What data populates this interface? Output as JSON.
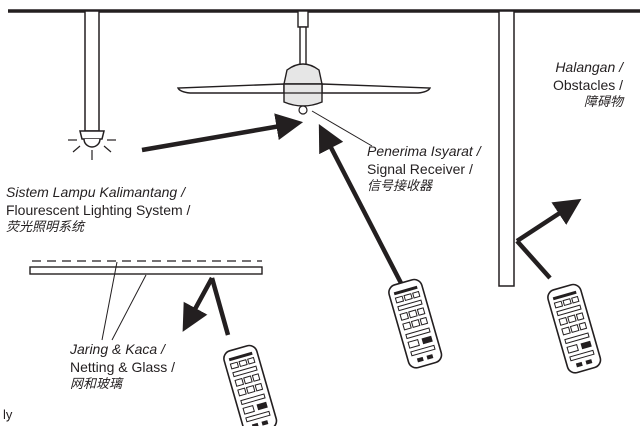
{
  "labels": {
    "lighting": {
      "line1": "Sistem Lampu Kalimantang /",
      "line2": "Flourescent Lighting System /",
      "line3": "荧光照明系统"
    },
    "receiver": {
      "line1": "Penerima Isyarat /",
      "line2": "Signal Receiver /",
      "line3": "信号接收器"
    },
    "obstacles": {
      "line1": "Halangan /",
      "line2": "Obstacles /",
      "line3": "障碍物"
    },
    "netting": {
      "line1": "Jaring & Kaca /",
      "line2": "Netting & Glass /",
      "line3": "网和玻璃"
    },
    "footer": "ly"
  },
  "colors": {
    "ink": "#231f20",
    "fan_fill": "#e6e6e6",
    "remote_fill": "#ffffff"
  }
}
